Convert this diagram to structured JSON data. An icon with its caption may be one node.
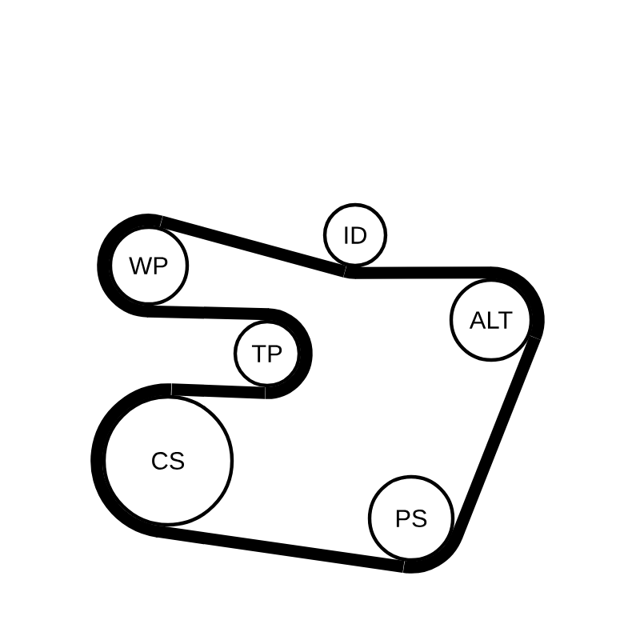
{
  "diagram": {
    "nodes": [
      {
        "text": [
          "WP"
        ]
      },
      {
        "text": [
          "ID"
        ]
      },
      {
        "text": [
          "ALT"
        ]
      },
      {
        "text": [
          "TP"
        ]
      },
      {
        "text": [
          "CS"
        ]
      },
      {
        "text": [
          "PS"
        ]
      }
    ],
    "edges": [
      {
        "from": 0,
        "to": 1,
        "arrow": "none"
      },
      {
        "from": 1,
        "to": 2,
        "arrow": "none"
      },
      {
        "from": 2,
        "to": 5,
        "arrow": "none"
      },
      {
        "from": 5,
        "to": 4,
        "arrow": "none"
      },
      {
        "from": 4,
        "to": 3,
        "arrow": "none"
      },
      {
        "from": 3,
        "to": 0,
        "arrow": "none"
      }
    ]
  }
}
